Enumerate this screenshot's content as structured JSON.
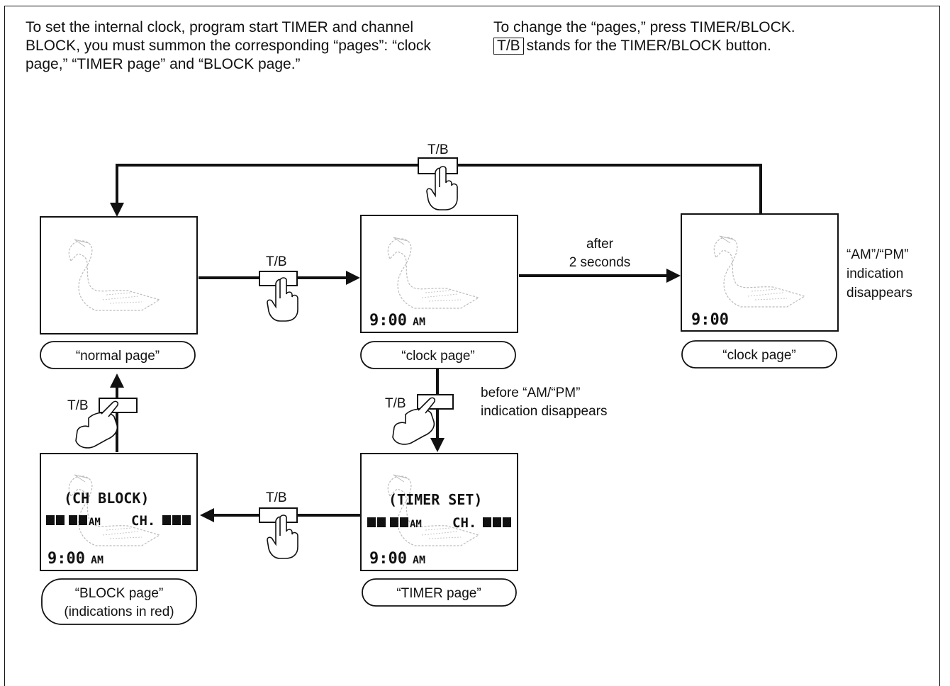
{
  "intro": {
    "left": "To set the internal clock, program start TIMER and channel BLOCK, you must summon the corresponding “pages”: “clock page,” “TIMER page” and “BLOCK page.”",
    "right_line1": "To change the “pages,” press TIMER/BLOCK.",
    "right_button": "T/B",
    "right_line2": "stands for the TIMER/BLOCK button."
  },
  "button_label": "T/B",
  "screens": {
    "normal": {
      "caption": "“normal page”"
    },
    "clock_am": {
      "time": "9:00",
      "ampm": "AM",
      "caption": "“clock page”"
    },
    "clock": {
      "time": "9:00",
      "caption": "“clock page”",
      "note_lines": [
        "“AM”/“PM”",
        "indication",
        "disappears"
      ]
    },
    "timer": {
      "title": "(TIMER SET)",
      "ampm": "AM",
      "ch": "CH.",
      "time": "9:00",
      "time_ampm": "AM",
      "caption": "“TIMER page”"
    },
    "block": {
      "title": "(CH BLOCK)",
      "ampm": "AM",
      "ch": "CH.",
      "time": "9:00",
      "time_ampm": "AM",
      "caption_line1": "“BLOCK page”",
      "caption_line2": "(indications in red)"
    }
  },
  "notes": {
    "after_line1": "after",
    "after_line2": "2 seconds",
    "before_line1": "before “AM/“PM”",
    "before_line2": "indication disappears"
  }
}
